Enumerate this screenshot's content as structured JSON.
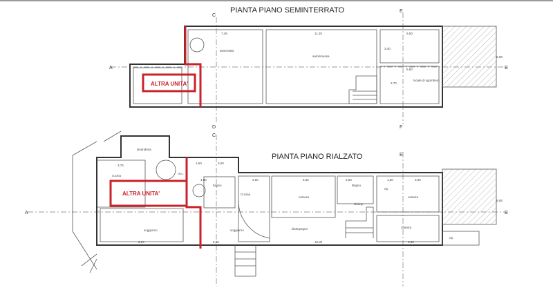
{
  "basement": {
    "title": "PIANTA PIANO  SEMINTERRATO",
    "other_unit": "ALTRA UNITA'",
    "rooms": [
      "tavernetta",
      "autorimessa",
      "locale di sgombero"
    ],
    "dims": [
      "7,45",
      "11,25",
      "5,50",
      "5,60",
      "3,40",
      "2,70",
      "6,08"
    ]
  },
  "ground": {
    "title": "PIANTA PIANO RIALZATO",
    "other_unit": "ALTRA UNITA'",
    "rooms": [
      "lavanderia",
      "cucina",
      "w.c.",
      "bagno",
      "Cucina",
      "camera",
      "Bagno",
      "disimp.",
      "rip.",
      "camera",
      "soggiorno",
      "soggiorno",
      "disimpegno",
      "camera",
      "rip."
    ],
    "dims": [
      "3,75",
      "1,60",
      "3,50",
      "4,80",
      "3,60",
      "6,55",
      "3,60",
      "1,50",
      "3,90",
      "6,24",
      "6,50",
      "10,30",
      "3,90",
      "6,08"
    ]
  },
  "section_marks": [
    "A",
    "B",
    "C",
    "D",
    "E",
    "F"
  ],
  "colors": {
    "accent": "#c8222a"
  }
}
